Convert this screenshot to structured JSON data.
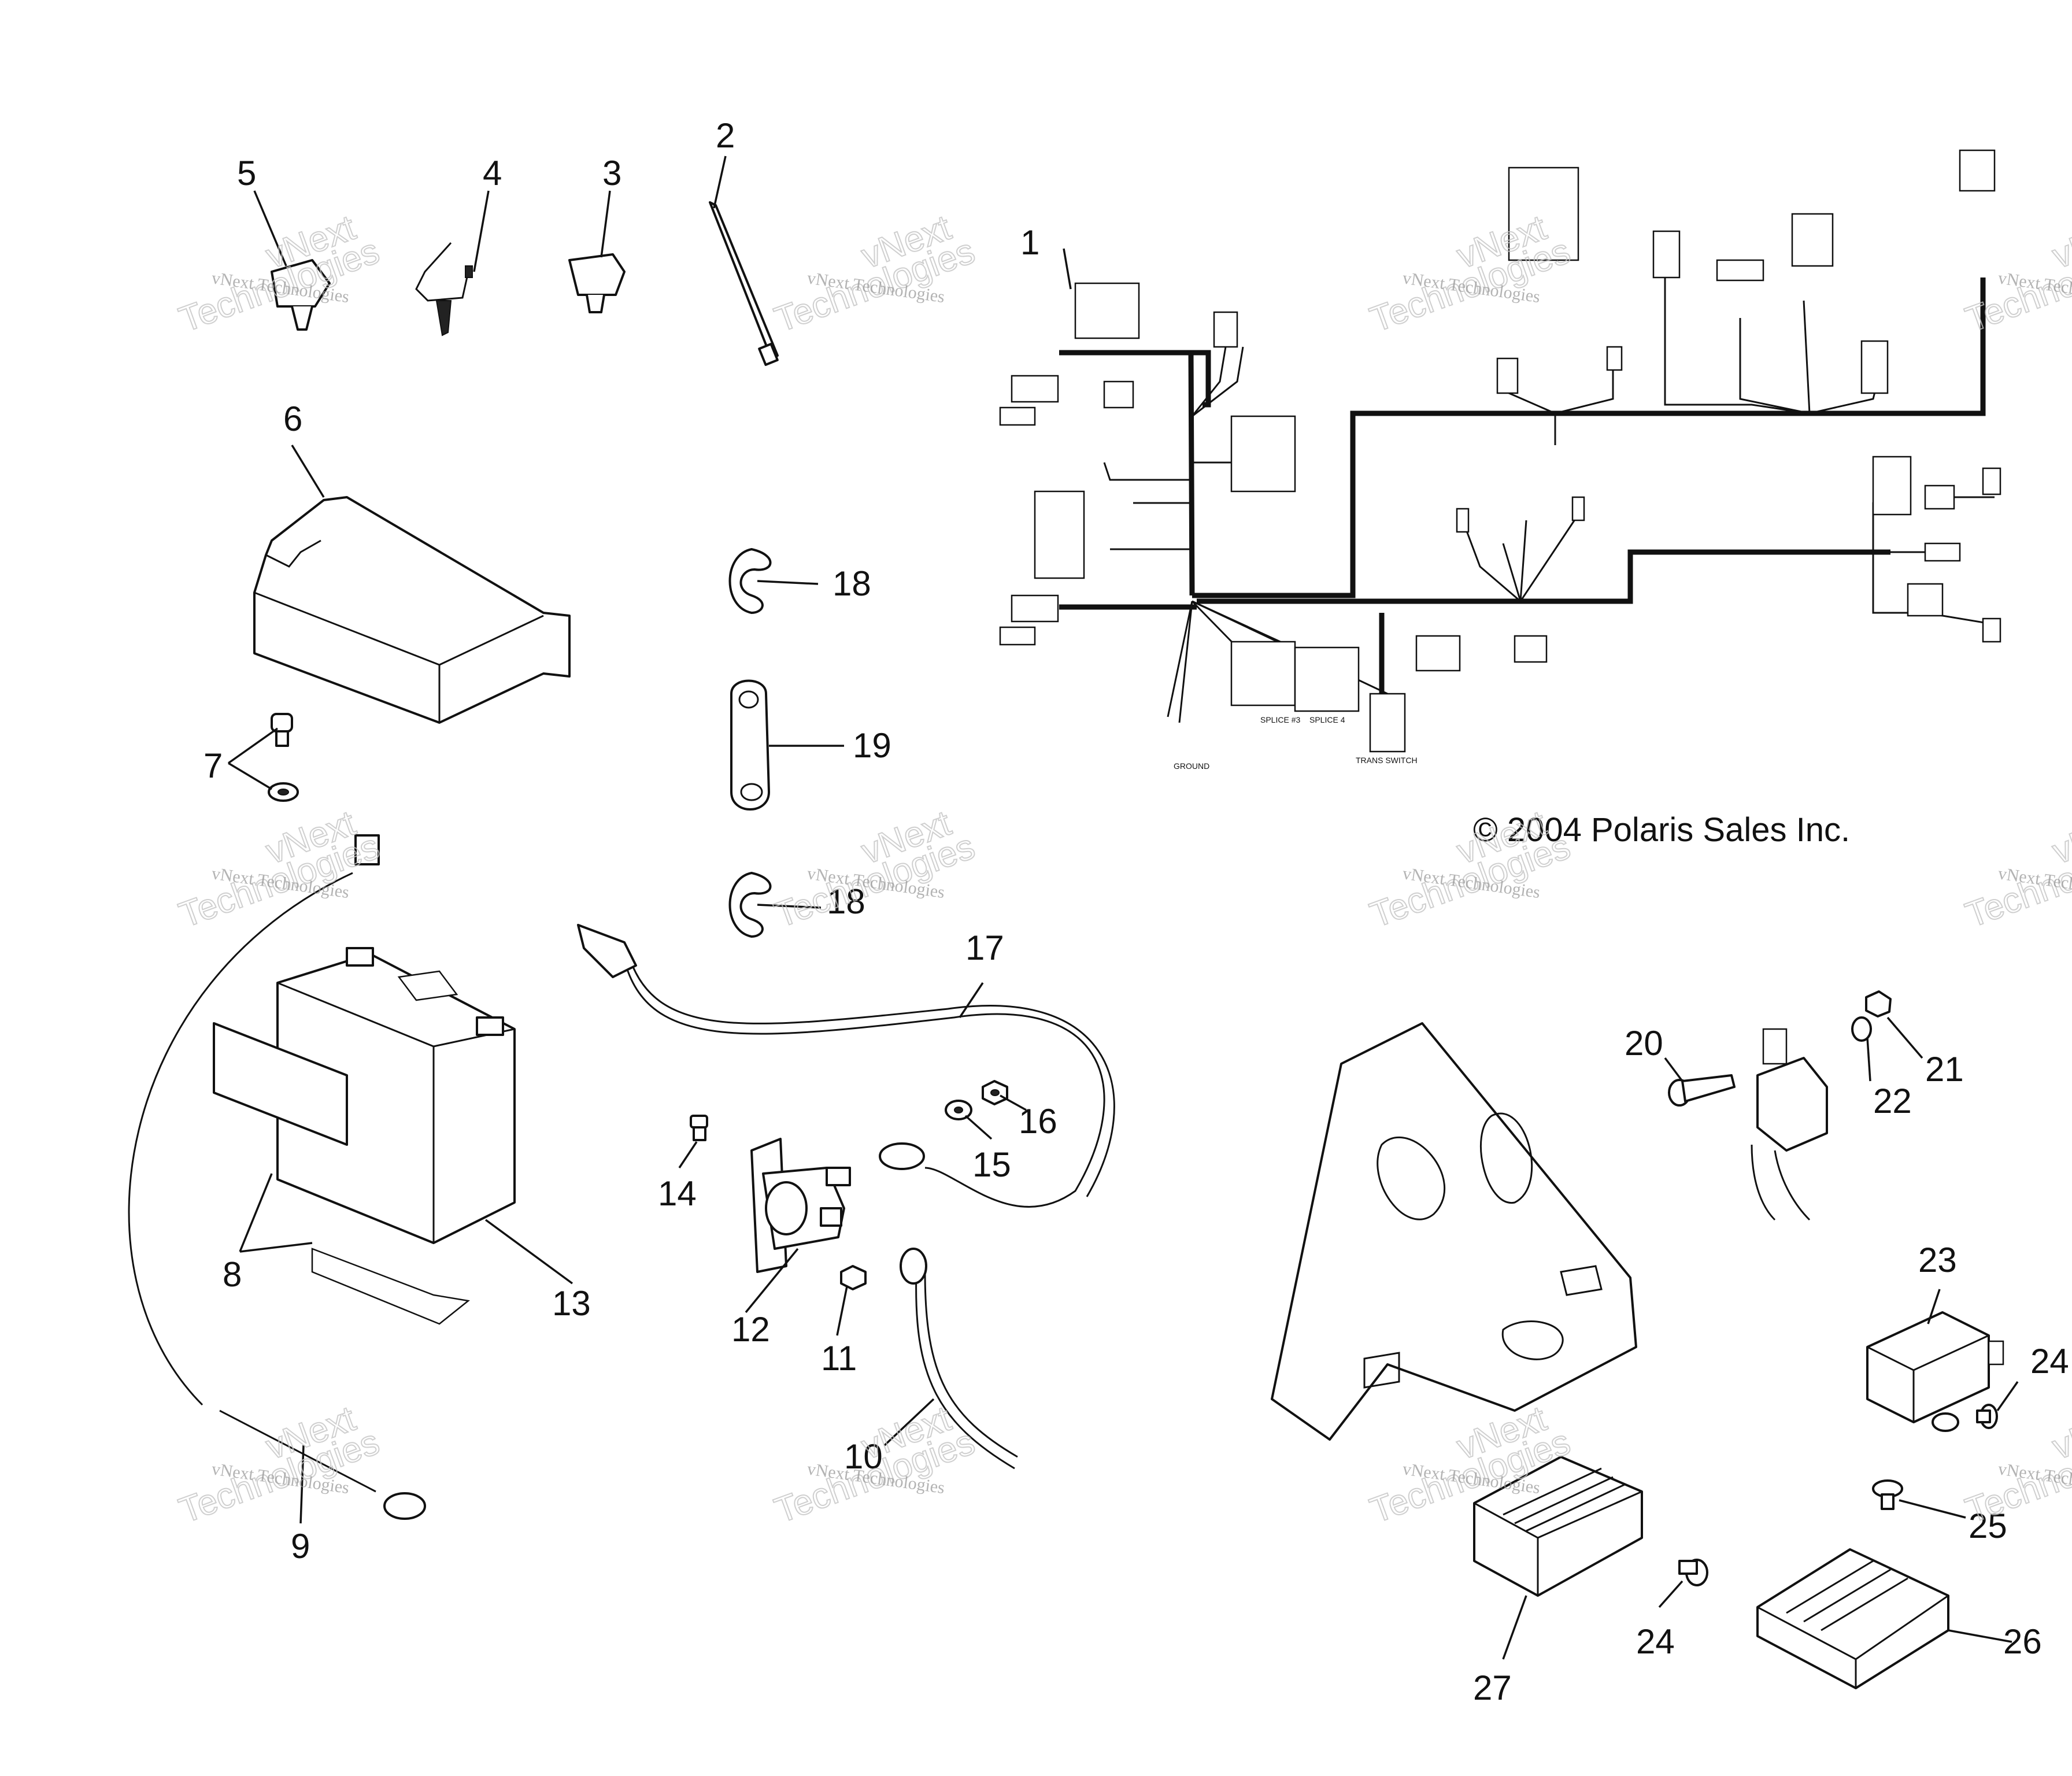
{
  "diagram": {
    "copyright": "© 2004 Polaris Sales Inc.",
    "watermark": {
      "line1": "vNext Technologies",
      "line2a": "vNext",
      "line2b": "Technologies"
    },
    "callouts": {
      "c1": "1",
      "c2": "2",
      "c3": "3",
      "c4": "4",
      "c5": "5",
      "c6": "6",
      "c7": "7",
      "c8": "8",
      "c9": "9",
      "c10": "10",
      "c11": "11",
      "c12": "12",
      "c13": "13",
      "c14": "14",
      "c15": "15",
      "c16": "16",
      "c17": "17",
      "c18a": "18",
      "c18b": "18",
      "c19": "19",
      "c20": "20",
      "c21": "21",
      "c22": "22",
      "c23": "23",
      "c24a": "24",
      "c24b": "24",
      "c25": "25",
      "c26": "26",
      "c27": "27"
    },
    "harness_labels": {
      "ground": "GROUND",
      "splice3": "SPLICE #3",
      "splice4": "SPLICE 4",
      "trans_switch": "TRANS SWITCH"
    }
  }
}
